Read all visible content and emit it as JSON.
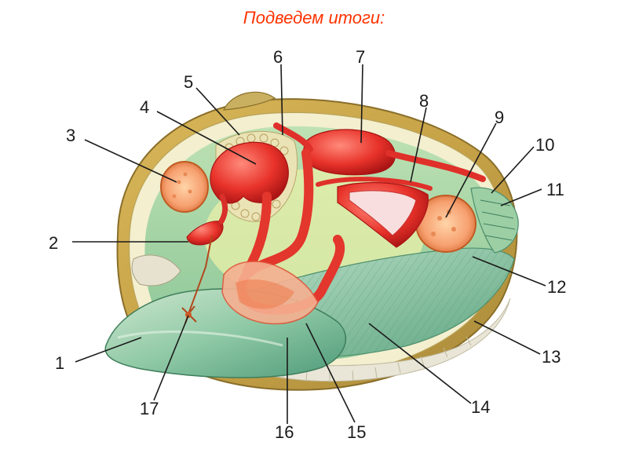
{
  "title": "Подведем итоги:",
  "labels": [
    "1",
    "2",
    "3",
    "4",
    "5",
    "6",
    "7",
    "8",
    "9",
    "10",
    "11",
    "12",
    "13",
    "14",
    "15",
    "16",
    "17"
  ]
}
